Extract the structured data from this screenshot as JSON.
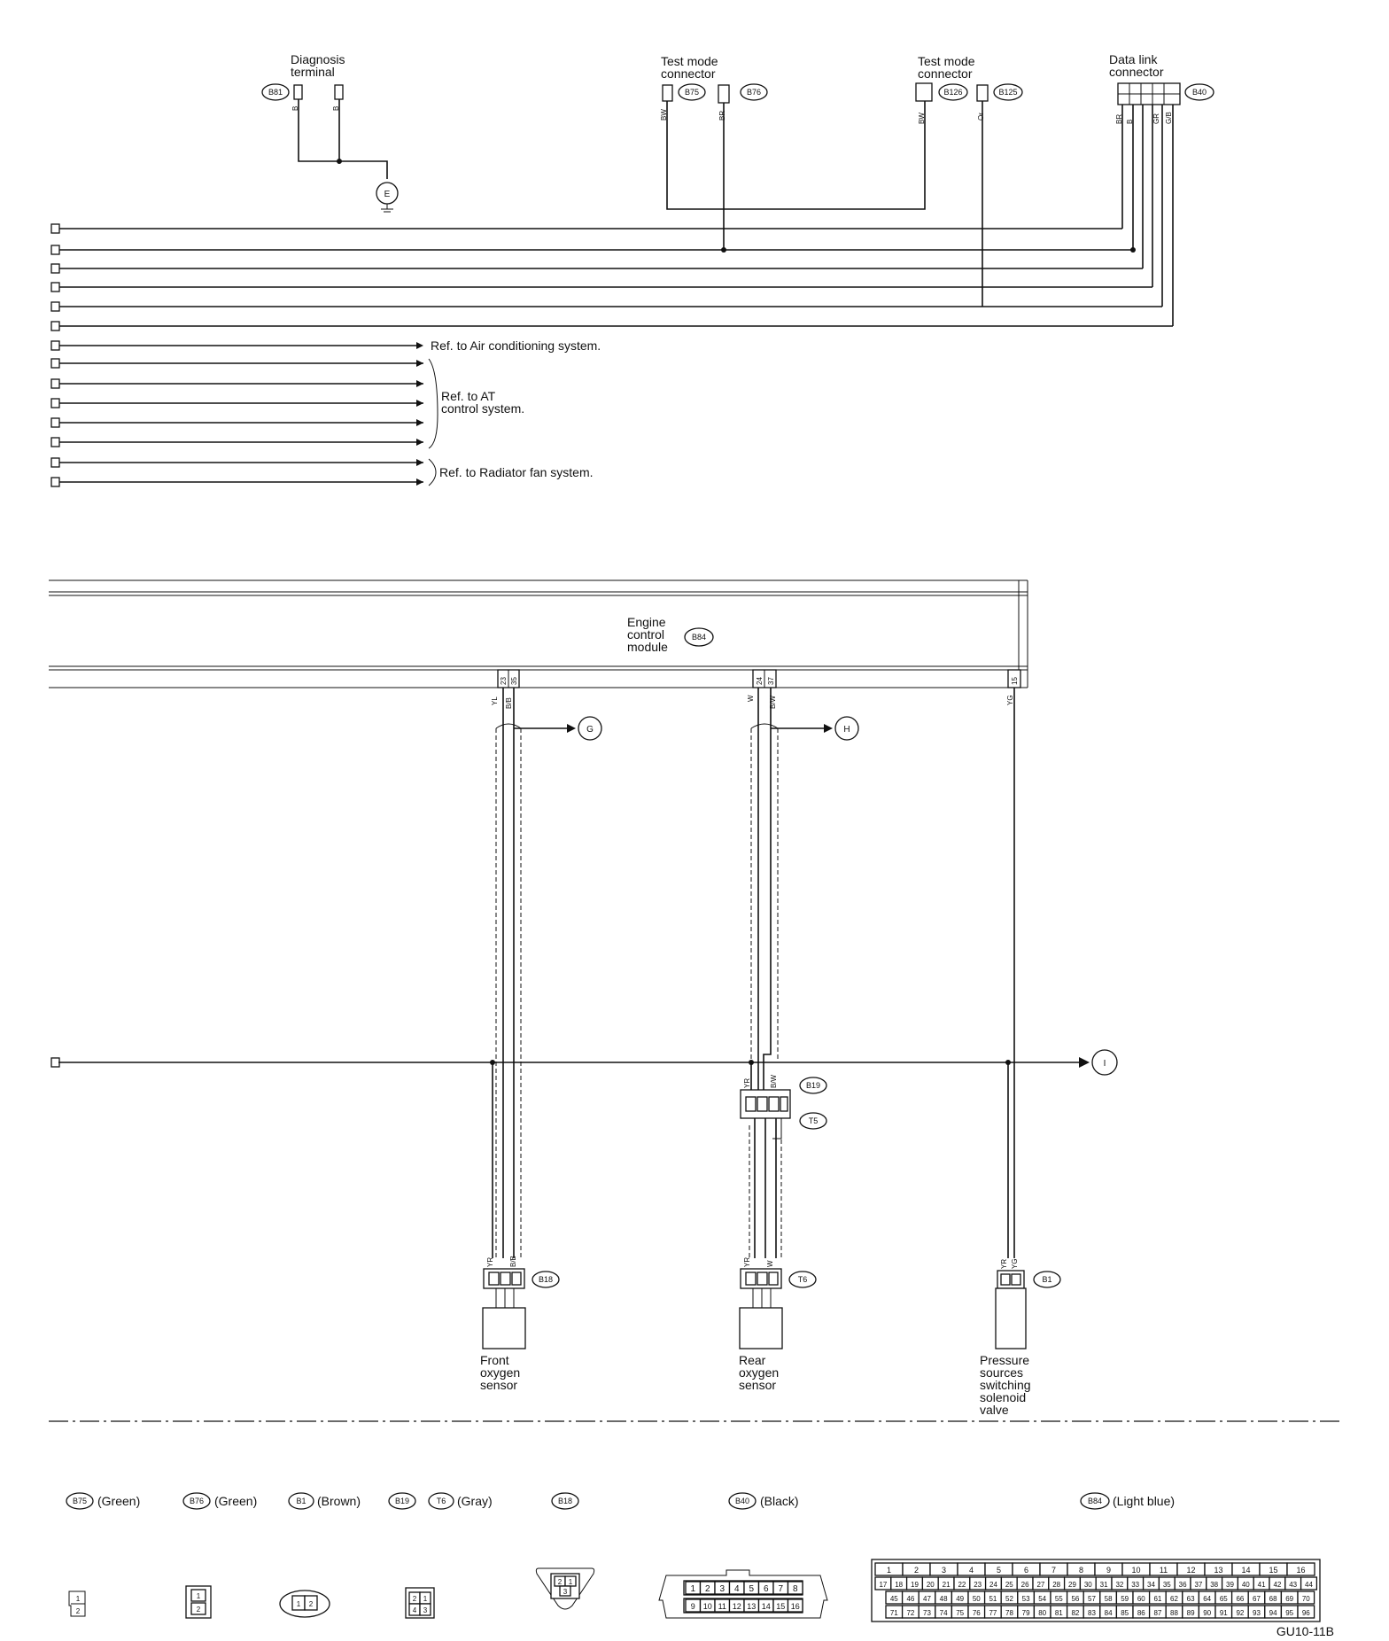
{
  "labels": {
    "diagnosis_terminal": [
      "Diagnosis",
      "terminal"
    ],
    "test_mode_1": [
      "Test mode",
      "connector"
    ],
    "test_mode_2": [
      "Test mode",
      "connector"
    ],
    "data_link": [
      "Data link",
      "connector"
    ],
    "ecm": [
      "Engine",
      "control",
      "module"
    ],
    "front_o2": [
      "Front",
      "oxygen",
      "sensor"
    ],
    "rear_o2": [
      "Rear",
      "oxygen",
      "sensor"
    ],
    "pressure_valve": [
      "Pressure",
      "sources",
      "switching",
      "solenoid",
      "valve"
    ]
  },
  "connectors": {
    "b81": "B81",
    "b75": "B75",
    "b76": "B76",
    "b126": "B126",
    "b125": "B125",
    "b40": "B40",
    "b84": "B84",
    "b19": "B19",
    "t5": "T5",
    "b18": "B18",
    "t6": "T6",
    "b1": "B1"
  },
  "ground": "E",
  "refs": {
    "air_con": "Ref. to Air conditioning system.",
    "at": [
      "Ref. to AT",
      "control system."
    ],
    "radiator": "Ref. to Radiator fan system."
  },
  "offpage": {
    "g": "G",
    "h": "H",
    "i": "I"
  },
  "wires": {
    "b": "B",
    "bw": "BW",
    "br": "BR",
    "or": "Or",
    "yl": "YL",
    "brb": "B/B",
    "w": "W",
    "brw": "B/W",
    "yg": "YG",
    "yr": "YR",
    "gr": "GR",
    "gb": "G/B"
  },
  "pins": {
    "p23": "23",
    "p35": "35",
    "p24": "24",
    "p37": "37",
    "p15": "15",
    "p1": "1"
  },
  "legend": {
    "b75": {
      "id": "B75",
      "color": "(Green)"
    },
    "b76": {
      "id": "B76",
      "color": "(Green)"
    },
    "b1": {
      "id": "B1",
      "color": "(Brown)"
    },
    "b19": {
      "id": "B19",
      "color": ""
    },
    "t6": {
      "id": "T6",
      "color": "(Gray)"
    },
    "b18": {
      "id": "B18",
      "color": ""
    },
    "b40": {
      "id": "B40",
      "color": "(Black)"
    },
    "b84": {
      "id": "B84",
      "color": "(Light blue)"
    }
  },
  "pinouts": {
    "two": [
      "1",
      "2"
    ],
    "b18": [
      "2",
      "1",
      "3"
    ],
    "b19": [
      "2",
      "1",
      "4",
      "3"
    ],
    "b40_top": [
      "1",
      "2",
      "3",
      "4",
      "5",
      "6",
      "7",
      "8"
    ],
    "b40_bot": [
      "9",
      "10",
      "11",
      "12",
      "13",
      "14",
      "15",
      "16"
    ],
    "b84_r1": [
      "1",
      "2",
      "3",
      "4",
      "5",
      "6",
      "7",
      "8",
      "9",
      "10",
      "11",
      "12",
      "13",
      "14",
      "15",
      "16"
    ],
    "b84_r2": [
      "17",
      "18",
      "19",
      "20",
      "21",
      "22",
      "23",
      "24",
      "25",
      "26",
      "27",
      "28",
      "29",
      "30",
      "31",
      "32",
      "33",
      "34",
      "35",
      "36",
      "37",
      "38",
      "39",
      "40",
      "41",
      "42",
      "43",
      "44"
    ],
    "b84_r3": [
      "45",
      "46",
      "47",
      "48",
      "49",
      "50",
      "51",
      "52",
      "53",
      "54",
      "55",
      "56",
      "57",
      "58",
      "59",
      "60",
      "61",
      "62",
      "63",
      "64",
      "65",
      "66",
      "67",
      "68",
      "69",
      "70"
    ],
    "b84_r4": [
      "71",
      "72",
      "73",
      "74",
      "75",
      "76",
      "77",
      "78",
      "79",
      "80",
      "81",
      "82",
      "83",
      "84",
      "85",
      "86",
      "87",
      "88",
      "89",
      "90",
      "91",
      "92",
      "93",
      "94",
      "95",
      "96"
    ]
  },
  "fig_code": "GU10-11B"
}
